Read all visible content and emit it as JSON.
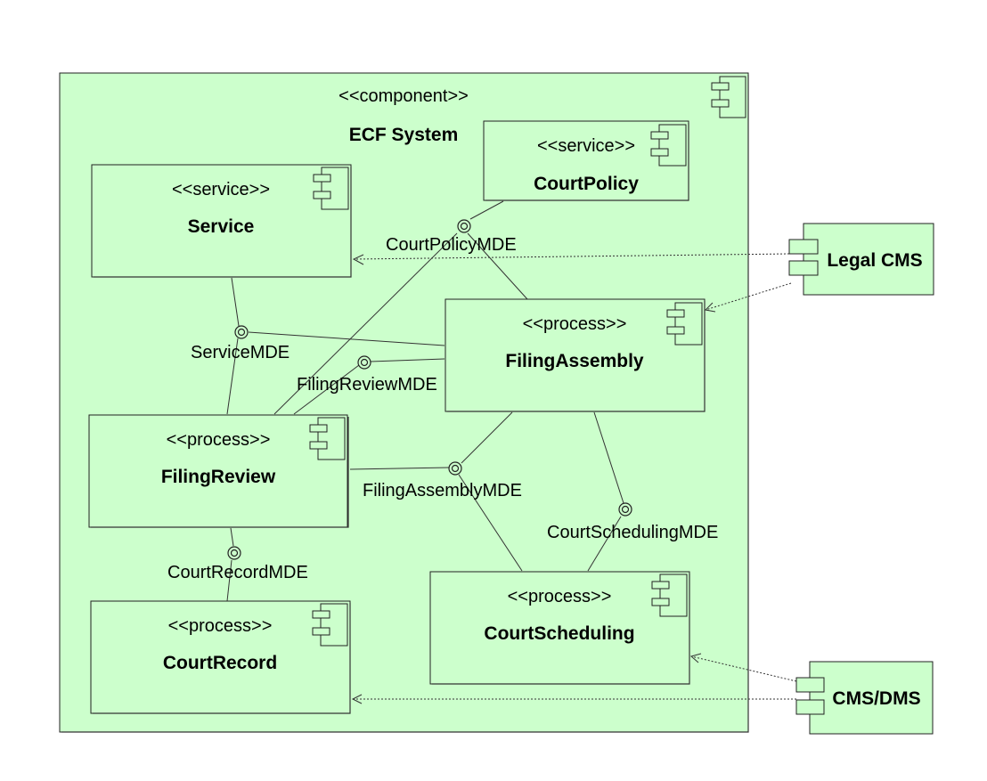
{
  "system": {
    "stereotype": "<<component>>",
    "name": "ECF System"
  },
  "components": {
    "court_policy": {
      "stereotype": "<<service>>",
      "name": "CourtPolicy"
    },
    "service": {
      "stereotype": "<<service>>",
      "name": "Service"
    },
    "filing_assembly": {
      "stereotype": "<<process>>",
      "name": "FilingAssembly"
    },
    "filing_review": {
      "stereotype": "<<process>>",
      "name": "FilingReview"
    },
    "court_record": {
      "stereotype": "<<process>>",
      "name": "CourtRecord"
    },
    "court_scheduling": {
      "stereotype": "<<process>>",
      "name": "CourtScheduling"
    }
  },
  "external": {
    "legal_cms": {
      "name": "Legal CMS"
    },
    "cms_dms": {
      "name": "CMS/DMS"
    }
  },
  "interfaces": {
    "court_policy_mde": "CourtPolicyMDE",
    "service_mde": "ServiceMDE",
    "filing_review_mde": "FilingReviewMDE",
    "filing_assembly_mde": "FilingAssemblyMDE",
    "court_scheduling_mde": "CourtSchedulingMDE",
    "court_record_mde": "CourtRecordMDE"
  },
  "colors": {
    "component_fill": "#ccffcc",
    "line": "#333333"
  },
  "icons": {
    "component": "component-icon"
  }
}
